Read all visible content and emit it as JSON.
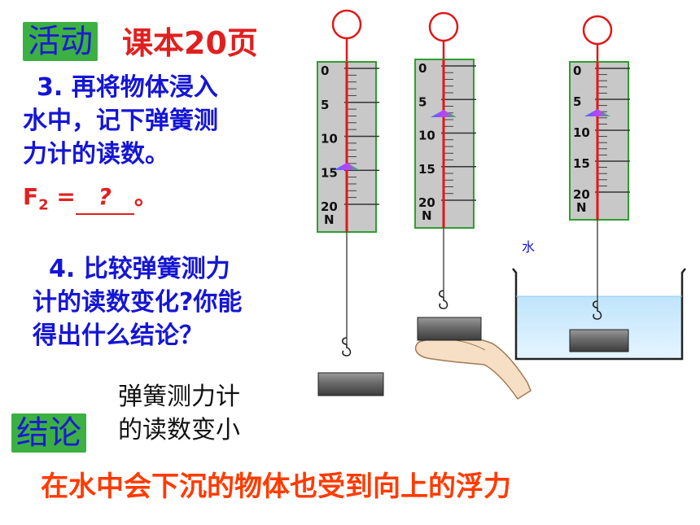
{
  "activity_tag": "活动",
  "textbook_ref": "课本20页",
  "step3": {
    "line1": "3. 再将物体浸入",
    "line2": "水中，记下弹簧测",
    "line3": "力计的读数。",
    "f2_label": "F",
    "f2_sub": "2",
    "f2_eq": " =",
    "f2_blank": "?",
    "f2_end": "。"
  },
  "step4": {
    "line1": "4. 比较弹簧测力",
    "line2": "计的读数变化?你能",
    "line3": "得出什么结论？"
  },
  "conclusion_tag": "结论",
  "conclusion_text": {
    "line1": "弹簧测力计",
    "line2": "的读数变小"
  },
  "bottom_statement": "在水中会下沉的物体也受到向上的浮力",
  "water_label": "水",
  "scale": {
    "tick_labels": [
      "0",
      "5",
      "10",
      "15",
      "20"
    ],
    "unit": "N"
  }
}
